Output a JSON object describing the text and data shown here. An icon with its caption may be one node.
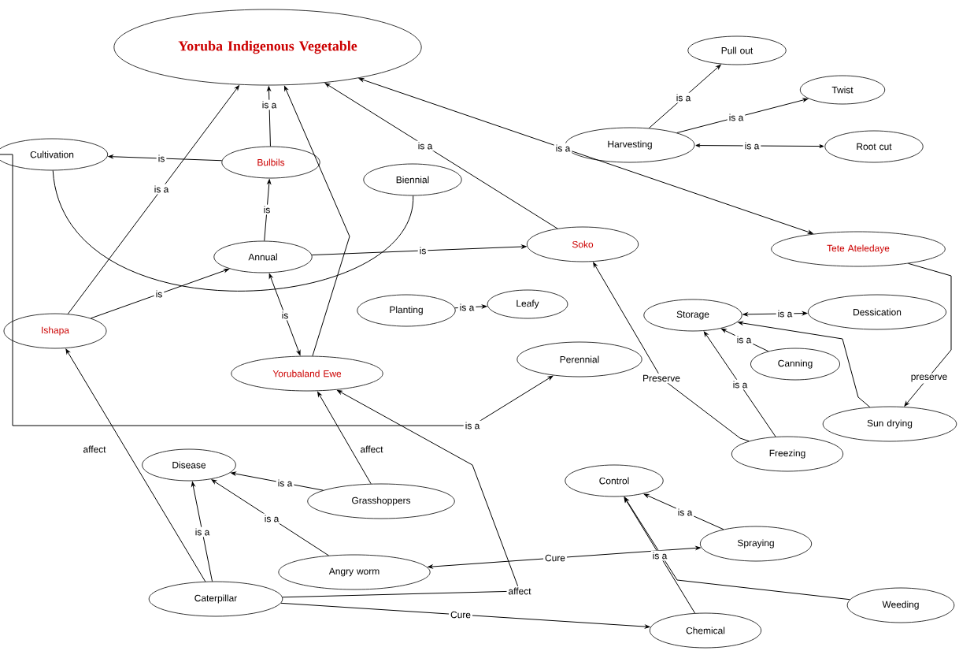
{
  "diagram": {
    "nodes": [
      {
        "text": [
          "Yoruba Indigenous Vegetable"
        ]
      },
      {
        "text": [
          "Cultivation"
        ]
      },
      {
        "text": [
          "Bulbils"
        ]
      },
      {
        "text": [
          "Biennial"
        ]
      },
      {
        "text": [
          "Annual"
        ]
      },
      {
        "text": [
          "Soko"
        ]
      },
      {
        "text": [
          "Harvesting"
        ]
      },
      {
        "text": [
          "Pull out"
        ]
      },
      {
        "text": [
          "Twist"
        ]
      },
      {
        "text": [
          "Root cut"
        ]
      },
      {
        "text": [
          "Tete Ateledaye"
        ]
      },
      {
        "text": [
          "Planting"
        ]
      },
      {
        "text": [
          "Leafy"
        ]
      },
      {
        "text": [
          "Storage"
        ]
      },
      {
        "text": [
          "Dessication"
        ]
      },
      {
        "text": [
          "Ishapa"
        ]
      },
      {
        "text": [
          "Canning"
        ]
      },
      {
        "text": [
          "Yorubaland Ewe"
        ]
      },
      {
        "text": [
          "Perennial"
        ]
      },
      {
        "text": [
          "Sun drying"
        ]
      },
      {
        "text": [
          "Freezing"
        ]
      },
      {
        "text": [
          "Disease"
        ]
      },
      {
        "text": [
          "Grasshoppers"
        ]
      },
      {
        "text": [
          "Control"
        ]
      },
      {
        "text": [
          "Spraying"
        ]
      },
      {
        "text": [
          "Angry worm"
        ]
      },
      {
        "text": [
          "Caterpillar"
        ]
      },
      {
        "text": [
          "Weeding"
        ]
      },
      {
        "text": [
          "Chemical"
        ]
      }
    ],
    "edges": [
      {
        "from": 2,
        "to": 0,
        "arrow": "to",
        "label": "is a"
      },
      {
        "from": 15,
        "to": 0,
        "arrow": "to",
        "label": "is a"
      },
      {
        "from": 17,
        "to": 0,
        "arrow": "to"
      },
      {
        "from": 5,
        "to": 0,
        "arrow": "to",
        "label": "is a"
      },
      {
        "from": 10,
        "to": 0,
        "arrow": "both",
        "label": "is a"
      },
      {
        "from": 2,
        "to": 1,
        "arrow": "to",
        "label": "is"
      },
      {
        "from": 4,
        "to": 2,
        "arrow": "to",
        "label": "is"
      },
      {
        "from": 15,
        "to": 4,
        "arrow": "to",
        "label": "is"
      },
      {
        "from": 17,
        "to": 4,
        "arrow": "both",
        "label": "is"
      },
      {
        "from": 4,
        "to": 5,
        "arrow": "to",
        "label": "is"
      },
      {
        "from": 1,
        "to": 3,
        "arrow": "none"
      },
      {
        "from": 6,
        "to": 7,
        "arrow": "to",
        "label": "is a"
      },
      {
        "from": 6,
        "to": 8,
        "arrow": "to",
        "label": "is a"
      },
      {
        "from": 9,
        "to": 6,
        "arrow": "both",
        "label": "is a"
      },
      {
        "from": 11,
        "to": 12,
        "arrow": "to",
        "label": "is a"
      },
      {
        "from": 13,
        "to": 14,
        "arrow": "both",
        "label": "is a"
      },
      {
        "from": 16,
        "to": 13,
        "arrow": "to",
        "label": "is a"
      },
      {
        "from": 20,
        "to": 13,
        "arrow": "to",
        "label": "is a"
      },
      {
        "from": 20,
        "to": 5,
        "arrow": "to",
        "label": "Preserve"
      },
      {
        "from": 19,
        "to": 13,
        "arrow": "to"
      },
      {
        "from": 10,
        "to": 19,
        "arrow": "to",
        "label": "preserve"
      },
      {
        "from": 1,
        "to": 18,
        "arrow": "to",
        "label": "is a"
      },
      {
        "from": 26,
        "to": 15,
        "arrow": "to",
        "label": "affect"
      },
      {
        "from": 22,
        "to": 17,
        "arrow": "to",
        "label": "affect"
      },
      {
        "from": 22,
        "to": 21,
        "arrow": "to",
        "label": "is a"
      },
      {
        "from": 25,
        "to": 21,
        "arrow": "to",
        "label": "is a"
      },
      {
        "from": 26,
        "to": 21,
        "arrow": "to",
        "label": "is a"
      },
      {
        "from": 26,
        "to": 17,
        "arrow": "to",
        "label": "affect"
      },
      {
        "from": 24,
        "to": 25,
        "arrow": "both",
        "label": "Cure"
      },
      {
        "from": 26,
        "to": 28,
        "arrow": "to",
        "label": "Cure"
      },
      {
        "from": 24,
        "to": 23,
        "arrow": "to",
        "label": "is a"
      },
      {
        "from": 27,
        "to": 23,
        "arrow": "to"
      },
      {
        "from": 28,
        "to": 23,
        "arrow": "to",
        "label": "is a"
      }
    ]
  }
}
